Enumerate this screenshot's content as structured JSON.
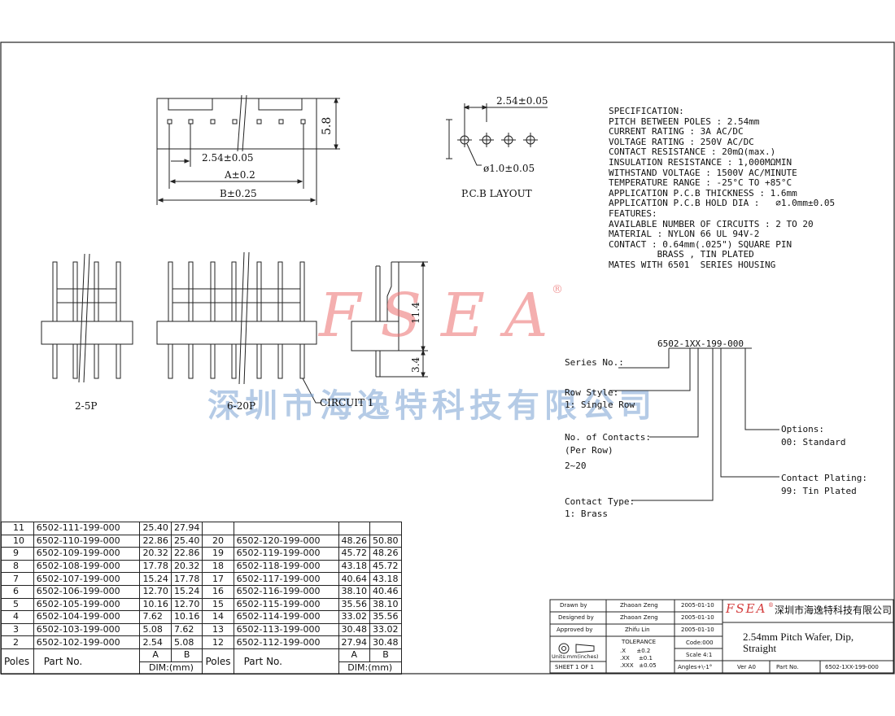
{
  "top_view": {
    "dim_pitch": "2.54±0.05",
    "dim_a": "A±0.2",
    "dim_b": "B±0.25",
    "dim_height": "5.8"
  },
  "pcb_layout": {
    "dim_pitch": "2.54±0.05",
    "dim_hole": "ø1.0±0.05",
    "caption": "P.C.B LAYOUT"
  },
  "side_view": {
    "dim_upper": "11.4",
    "dim_lower": "3.4"
  },
  "front_views": {
    "label_small": "2-5P",
    "label_large": "6-20P",
    "circuit_label": "CIRCUIT 1"
  },
  "watermark": {
    "logo": "FSEA",
    "registered": "®",
    "company": "深圳市海逸特科技有限公司"
  },
  "specification": [
    "SPECIFICATION:",
    "PITCH BETWEEN POLES : 2.54mm",
    "CURRENT RATING : 3A AC/DC",
    "VOLTAGE RATING : 250V AC/DC",
    "CONTACT RESISTANCE : 20mΩ(max.)",
    "INSULATION RESISTANCE : 1,000MΩMIN",
    "WITHSTAND VOLTAGE : 1500V AC/MINUTE",
    "TEMPERATURE RANGE : -25°C TO +85°C",
    "APPLICATION P.C.B THICKNESS : 1.6mm",
    "APPLICATION P.C.B HOLD DIA :   ∅1.0mm±0.05",
    "FEATURES:",
    "AVAILABLE NUMBER OF CIRCUITS : 2 TO 20",
    "MATERIAL : NYLON 66 UL 94V-2",
    "CONTACT : 0.64mm(.025\") SQUARE PIN",
    "         BRASS , TIN PLATED",
    "MATES WITH 6501  SERIES HOUSING"
  ],
  "part_code": {
    "code": "6502-1XX-199-000",
    "series_label": "Series No.:",
    "row_style_label": "Row Style:",
    "row_style_value": "1: Single Row",
    "contacts_label": "No. of Contacts:",
    "contacts_sub": "(Per Row)",
    "contacts_value": "2~20",
    "contact_type_label": "Contact Type:",
    "contact_type_value": "1: Brass",
    "options_label": "Options:",
    "options_value": "00: Standard",
    "plating_label": "Contact Plating:",
    "plating_value": "99: Tin Plated"
  },
  "parts_table": {
    "header": {
      "poles": "Poles",
      "part_no": "Part No.",
      "a": "A",
      "b": "B",
      "dim": "DIM:(mm)"
    },
    "left_rows": [
      {
        "poles": "11",
        "part": "6502-111-199-000",
        "a": "25.40",
        "b": "27.94"
      },
      {
        "poles": "10",
        "part": "6502-110-199-000",
        "a": "22.86",
        "b": "25.40"
      },
      {
        "poles": "9",
        "part": "6502-109-199-000",
        "a": "20.32",
        "b": "22.86"
      },
      {
        "poles": "8",
        "part": "6502-108-199-000",
        "a": "17.78",
        "b": "20.32"
      },
      {
        "poles": "7",
        "part": "6502-107-199-000",
        "a": "15.24",
        "b": "17.78"
      },
      {
        "poles": "6",
        "part": "6502-106-199-000",
        "a": "12.70",
        "b": "15.24"
      },
      {
        "poles": "5",
        "part": "6502-105-199-000",
        "a": "10.16",
        "b": "12.70"
      },
      {
        "poles": "4",
        "part": "6502-104-199-000",
        "a": "7.62",
        "b": "10.16"
      },
      {
        "poles": "3",
        "part": "6502-103-199-000",
        "a": "5.08",
        "b": "7.62"
      },
      {
        "poles": "2",
        "part": "6502-102-199-000",
        "a": "2.54",
        "b": "5.08"
      }
    ],
    "right_rows": [
      {
        "poles": "",
        "part": "",
        "a": "",
        "b": ""
      },
      {
        "poles": "20",
        "part": "6502-120-199-000",
        "a": "48.26",
        "b": "50.80"
      },
      {
        "poles": "19",
        "part": "6502-119-199-000",
        "a": "45.72",
        "b": "48.26"
      },
      {
        "poles": "18",
        "part": "6502-118-199-000",
        "a": "43.18",
        "b": "45.72"
      },
      {
        "poles": "17",
        "part": "6502-117-199-000",
        "a": "40.64",
        "b": "43.18"
      },
      {
        "poles": "16",
        "part": "6502-116-199-000",
        "a": "38.10",
        "b": "40.46"
      },
      {
        "poles": "15",
        "part": "6502-115-199-000",
        "a": "35.56",
        "b": "38.10"
      },
      {
        "poles": "14",
        "part": "6502-114-199-000",
        "a": "33.02",
        "b": "35.56"
      },
      {
        "poles": "13",
        "part": "6502-113-199-000",
        "a": "30.48",
        "b": "33.02"
      },
      {
        "poles": "12",
        "part": "6502-112-199-000",
        "a": "27.94",
        "b": "30.48"
      }
    ]
  },
  "title_block": {
    "drawn_label": "Drawn   by",
    "drawn_name": "Zhaoan Zeng",
    "drawn_date": "2005-01-10",
    "designed_label": "Designed  by",
    "designed_name": "Zhaoan Zeng",
    "designed_date": "2005-01-10",
    "approved_label": "Approved  by",
    "approved_name": "Zhifu Lin",
    "approved_date": "2005-01-10",
    "units": "Units:mm(inches)",
    "tolerance_label": "TOLERANCE",
    "tol_x": ".X      ±0.2",
    "tol_xx": ".XX     ±0.1",
    "tol_xxx": ".XXX   ±0.05",
    "code": "Code:000",
    "scale": "Scale 4:1",
    "angles": "Angles+\\-1°",
    "sheet": "SHEET 1 OF 1",
    "logo": "FSEA",
    "logo_mark": "®",
    "company": "深圳市海逸特科技有限公司",
    "title_line1": "2.54mm Pitch Wafer, Dip,",
    "title_line2": "Straight",
    "ver": "Ver A0",
    "part_label": "Part No.",
    "part_no": "6502-1XX-199-000"
  }
}
